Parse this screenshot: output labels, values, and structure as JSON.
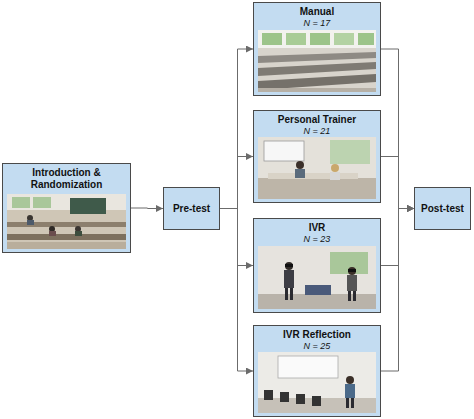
{
  "diagram": {
    "nodes": [
      {
        "text": [
          "Introduction & Randomization"
        ]
      },
      {
        "text": [
          "Pre-test"
        ]
      },
      {
        "text": [
          "Manual",
          "N = 17"
        ]
      },
      {
        "text": [
          "Personal Trainer",
          "N = 21"
        ]
      },
      {
        "text": [
          "IVR",
          "N = 23"
        ]
      },
      {
        "text": [
          "IVR Reflection",
          "N = 25"
        ]
      },
      {
        "text": [
          "Post-test"
        ]
      }
    ],
    "edges": [
      {
        "from": 0,
        "to": 1,
        "arrow": "to"
      },
      {
        "from": 1,
        "to": 2,
        "arrow": "to"
      },
      {
        "from": 1,
        "to": 3,
        "arrow": "to"
      },
      {
        "from": 1,
        "to": 4,
        "arrow": "to"
      },
      {
        "from": 1,
        "to": 5,
        "arrow": "to"
      },
      {
        "from": 2,
        "to": 6,
        "arrow": "to"
      },
      {
        "from": 3,
        "to": 6,
        "arrow": "to"
      },
      {
        "from": 4,
        "to": 6,
        "arrow": "to"
      },
      {
        "from": 5,
        "to": 6,
        "arrow": "to"
      }
    ]
  }
}
